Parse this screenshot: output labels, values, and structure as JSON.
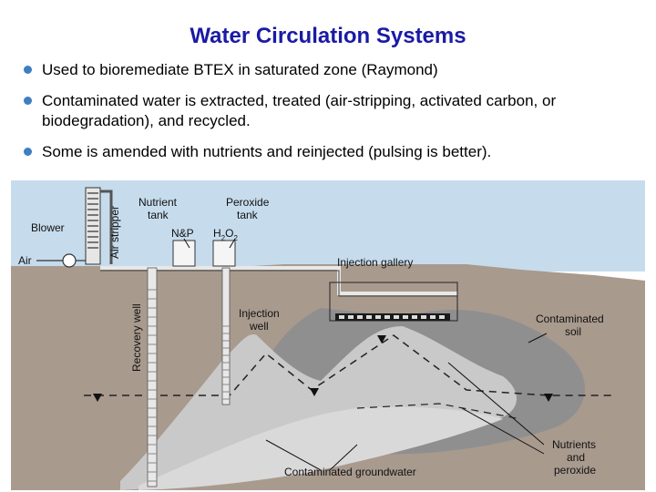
{
  "slide": {
    "title": "Water Circulation Systems",
    "bullets": [
      "Used to bioremediate BTEX in saturated zone (Raymond)",
      "Contaminated water is extracted, treated (air-stripping, activated carbon, or biodegradation), and recycled.",
      "Some is amended with nutrients and reinjected (pulsing is better)."
    ],
    "colors": {
      "title": "#1a1aa6",
      "bullet": "#3e7ec2",
      "sky": "#c6dced",
      "ground": "#a99a8e",
      "plume": "#c9c9c9"
    }
  },
  "diagram": {
    "labels": {
      "blower": "Blower",
      "air": "Air",
      "air_stripper": "Air stripper",
      "nutrient_tank_1": "Nutrient",
      "nutrient_tank_2": "tank",
      "np": "N&P",
      "peroxide_tank_1": "Peroxide",
      "peroxide_tank_2": "tank",
      "h2o2_h": "H",
      "h2o2_2a": "2",
      "h2o2_o": "O",
      "h2o2_2b": "2",
      "injection_gallery": "Injection gallery",
      "recovery_well": "Recovery well",
      "injection_well_1": "Injection",
      "injection_well_2": "well",
      "contaminated_soil_1": "Contaminated",
      "contaminated_soil_2": "soil",
      "nutrients_peroxide_1": "Nutrients",
      "nutrients_peroxide_2": "and",
      "nutrients_peroxide_3": "peroxide",
      "contaminated_groundwater": "Contaminated groundwater"
    }
  }
}
